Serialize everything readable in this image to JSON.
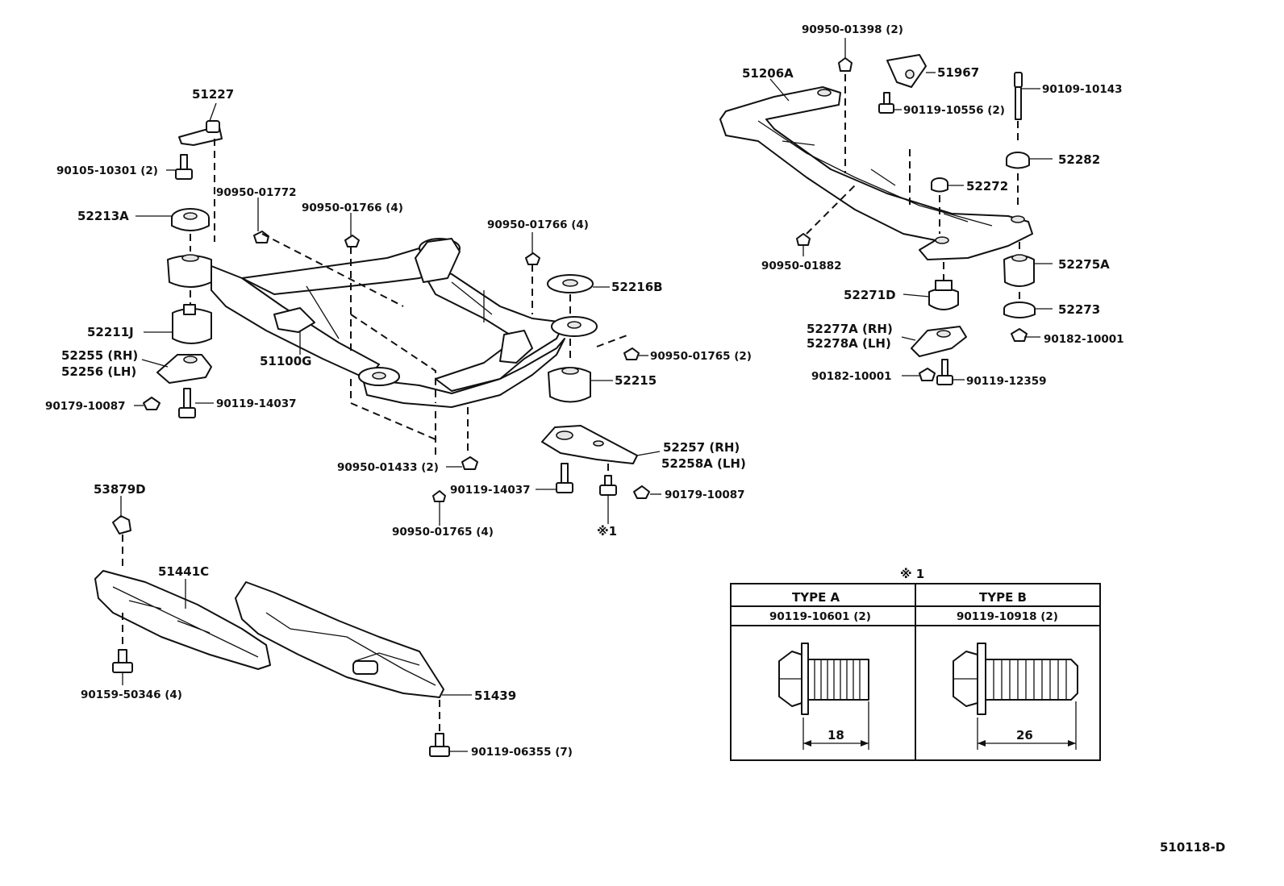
{
  "diagram_code": "510118-D",
  "parts": {
    "p51227": "51227",
    "p90105": "90105-10301 (2)",
    "p90950_01772": "90950-01772",
    "p52213A": "52213A",
    "p90950_01766_l": "90950-01766 (4)",
    "p90950_01766_r": "90950-01766 (4)",
    "p52216B": "52216B",
    "p52211J": "52211J",
    "p52255": "52255 (RH)",
    "p52256": "52256 (LH)",
    "p51100G": "51100G",
    "p90950_01765_a": "90950-01765 (2)",
    "p52215": "52215",
    "p90179_l": "90179-10087",
    "p90119_14037_l": "90119-14037",
    "p52257": "52257   (RH)",
    "p52258A": "52258A (LH)",
    "p90950_01433": "90950-01433 (2)",
    "p90119_14037_r": "90119-14037",
    "p90179_r": "90179-10087",
    "p90950_01765_b": "90950-01765 (4)",
    "p_note1": "※1",
    "p53879D": "53879D",
    "p51441C": "51441C",
    "p90159": "90159-50346 (4)",
    "p51439": "51439",
    "p90119_06355": "90119-06355 (7)",
    "p90950_01398": "90950-01398 (2)",
    "p51206A": "51206A",
    "p51967": "51967",
    "p90109": "90109-10143",
    "p90119_10556": "90119-10556 (2)",
    "p52282": "52282",
    "p52272": "52272",
    "p90950_01882": "90950-01882",
    "p52275A": "52275A",
    "p52271D": "52271D",
    "p52273": "52273",
    "p52277A": "52277A (RH)",
    "p52278A": "52278A (LH)",
    "p90182_r": "90182-10001",
    "p90182_l": "90182-10001",
    "p90119_12359": "90119-12359"
  },
  "note_table": {
    "title": "※ 1",
    "type_a": "TYPE A",
    "type_b": "TYPE B",
    "part_a": "90119-10601 (2)",
    "part_b": "90119-10918 (2)",
    "dim_a": "18",
    "dim_b": "26"
  }
}
